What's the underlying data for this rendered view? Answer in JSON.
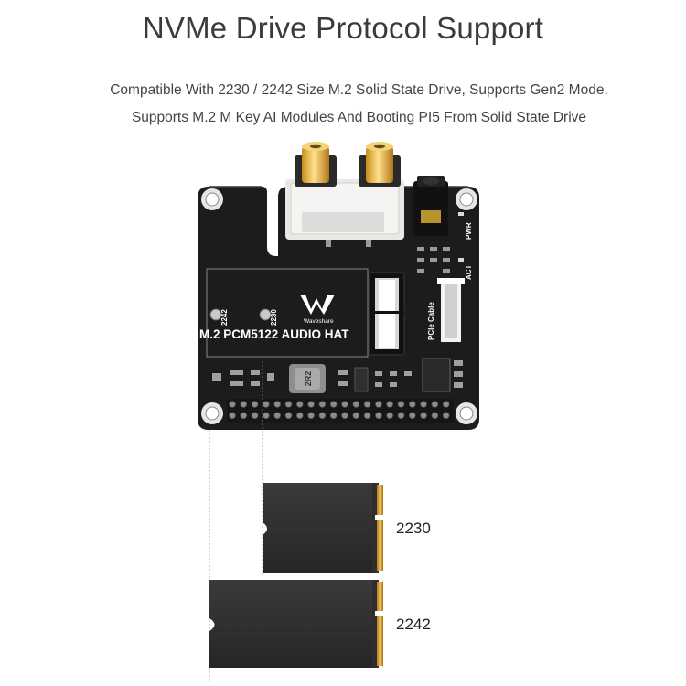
{
  "header": {
    "title": "NVMe Drive Protocol Support",
    "subtitle_line1": "Compatible With 2230 / 2242 Size M.2 Solid State Drive, Supports Gen2 Mode,",
    "subtitle_line2": "Supports M.2 M Key AI Modules And Booting PI5 From Solid State Drive"
  },
  "board": {
    "name": "M.2 PCM5122 AUDIO HAT",
    "brand": "Waveshare",
    "hole_2242": "2242",
    "hole_2230": "2230",
    "pcie_label": "PCIe Cable",
    "pwr_label": "PWR",
    "act_label": "ACT",
    "inductor_label": "2R2"
  },
  "ssds": [
    {
      "size": "2230"
    },
    {
      "size": "2242"
    }
  ],
  "colors": {
    "pcb": "#1c1c1c",
    "rca_gold": "#d9a93a",
    "ssd_body": "#2e2e30",
    "gold_contacts": "#c9922a"
  }
}
